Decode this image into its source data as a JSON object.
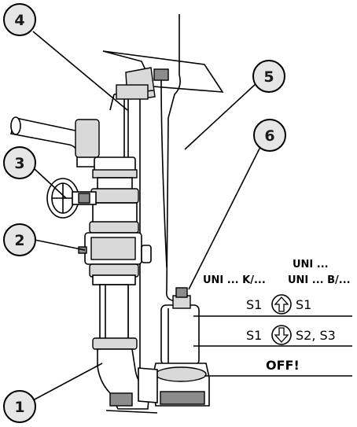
{
  "callouts": [
    {
      "id": "1"
    },
    {
      "id": "2"
    },
    {
      "id": "3"
    },
    {
      "id": "4"
    },
    {
      "id": "5"
    },
    {
      "id": "6"
    }
  ],
  "switch_labels": {
    "uni_header": "UNI ...",
    "uni_k": "UNI ... K/...",
    "uni_b": "UNI ... B/...",
    "s1_left_top": "S1",
    "s1_right_top": "S1",
    "s1_left_bottom": "S1",
    "s2_s3": "S2, S3",
    "off": "OFF!"
  },
  "icons": {
    "up_arrow": "arrow-up-circle-icon",
    "down_arrow": "arrow-down-circle-icon"
  },
  "colors": {
    "line": "#000000",
    "callout_fill": "#e6e6e6",
    "shade": "#d9d9d9",
    "dark_shade": "#8c8c8c"
  }
}
